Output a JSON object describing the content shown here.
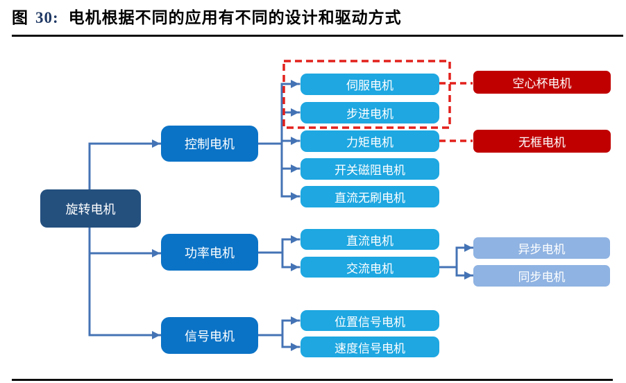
{
  "title": {
    "prefix": "图",
    "figure_no": "30:",
    "text": "电机根据不同的应用有不同的设计和驱动方式"
  },
  "colors": {
    "root_navy": "#24507E",
    "level2_blue": "#0B73C6",
    "leaf_cyan": "#1EA7E1",
    "light_blue": "#8FB3E2",
    "dark_red": "#C00000",
    "connector_blue": "#4473B5",
    "dashed_red": "#E2201C",
    "figure_no_blue": "#1F3864",
    "rule_black": "#0d0d0d"
  },
  "nodes": {
    "rotary": "旋转电机",
    "control": "控制电机",
    "power": "功率电机",
    "signal": "信号电机",
    "servo": "伺服电机",
    "stepper": "步进电机",
    "torque": "力矩电机",
    "switched_reluctance": "开关磁阻电机",
    "brushless_dc": "直流无刷电机",
    "dc": "直流电机",
    "ac": "交流电机",
    "position_signal": "位置信号电机",
    "speed_signal": "速度信号电机",
    "coreless": "空心杯电机",
    "frameless": "无框电机",
    "asynchronous": "异步电机",
    "synchronous": "同步电机"
  },
  "structure": {
    "rotary": [
      "control",
      "power",
      "signal"
    ],
    "control": [
      "servo",
      "stepper",
      "torque",
      "switched_reluctance",
      "brushless_dc"
    ],
    "power": [
      "dc",
      "ac"
    ],
    "signal": [
      "position_signal",
      "speed_signal"
    ],
    "ac": [
      "asynchronous",
      "synchronous"
    ],
    "servo_dashed_link": "coreless",
    "torque_dashed_link": "frameless",
    "dashed_group": [
      "servo",
      "stepper"
    ]
  }
}
